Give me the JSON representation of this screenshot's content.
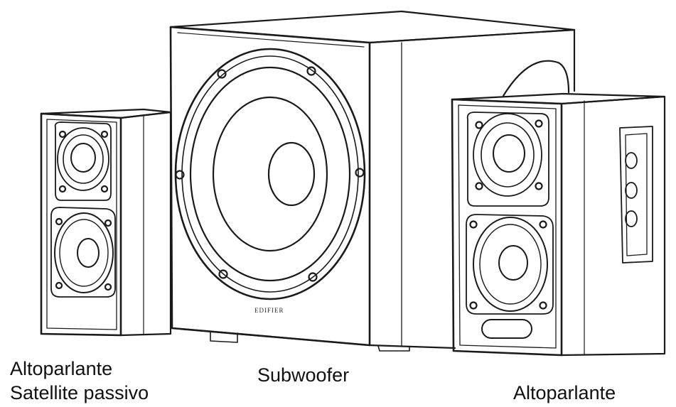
{
  "diagram": {
    "subwoofer": {
      "label": "Subwoofer",
      "brand_mark": "EDIFIER"
    },
    "left_speaker": {
      "label_line1": "Altoparlante",
      "label_line2": "Satellite passivo"
    },
    "right_speaker": {
      "label": "Altoparlante"
    }
  },
  "colors": {
    "stroke": "#1a1a1a",
    "background": "#ffffff"
  }
}
